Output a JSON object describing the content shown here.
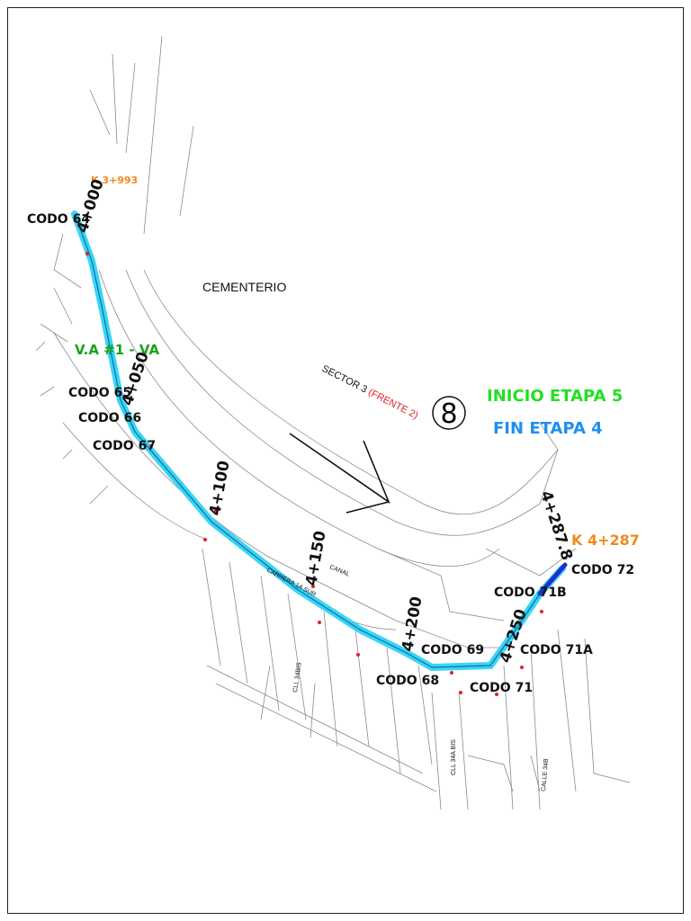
{
  "map": {
    "place_label": "CEMENTERIO",
    "sector_main": "SECTOR 3",
    "sector_sub": "(FRENTE 2)",
    "circle_number": "8",
    "stage_start": "INICIO ETAPA 5",
    "stage_end": "FIN ETAPA 4",
    "start_ref": "K 3+993",
    "end_ref": "K 4+287",
    "valve": "V.A #1 - VA",
    "stations": [
      "4+000",
      "4+050",
      "4+100",
      "4+150",
      "4+200",
      "4+250",
      "4+287.8"
    ],
    "codos": {
      "c64": "CODO 64",
      "c65": "CODO 65",
      "c66": "CODO 66",
      "c67": "CODO 67",
      "c68": "CODO 68",
      "c69": "CODO 69",
      "c71": "CODO 71",
      "c71a": "CODO 71A",
      "c71b": "CODO 71B",
      "c72": "CODO 72"
    },
    "streets": {
      "carrera": "CARRERA 1A SUR",
      "canal": "CANAL",
      "cll34bis": "CLL 34BIS",
      "cll34abis": "CLL 34A BIS",
      "calle34b": "CALLE 34B"
    },
    "colors": {
      "pipe_main": "#39d5f5",
      "pipe_end": "#1f2fd0",
      "start_green": "#22e022",
      "end_blue": "#1f8ff0",
      "ref_orange": "#f08a1e",
      "valve_green": "#1aa31a",
      "sector_red": "#e0202a"
    }
  }
}
